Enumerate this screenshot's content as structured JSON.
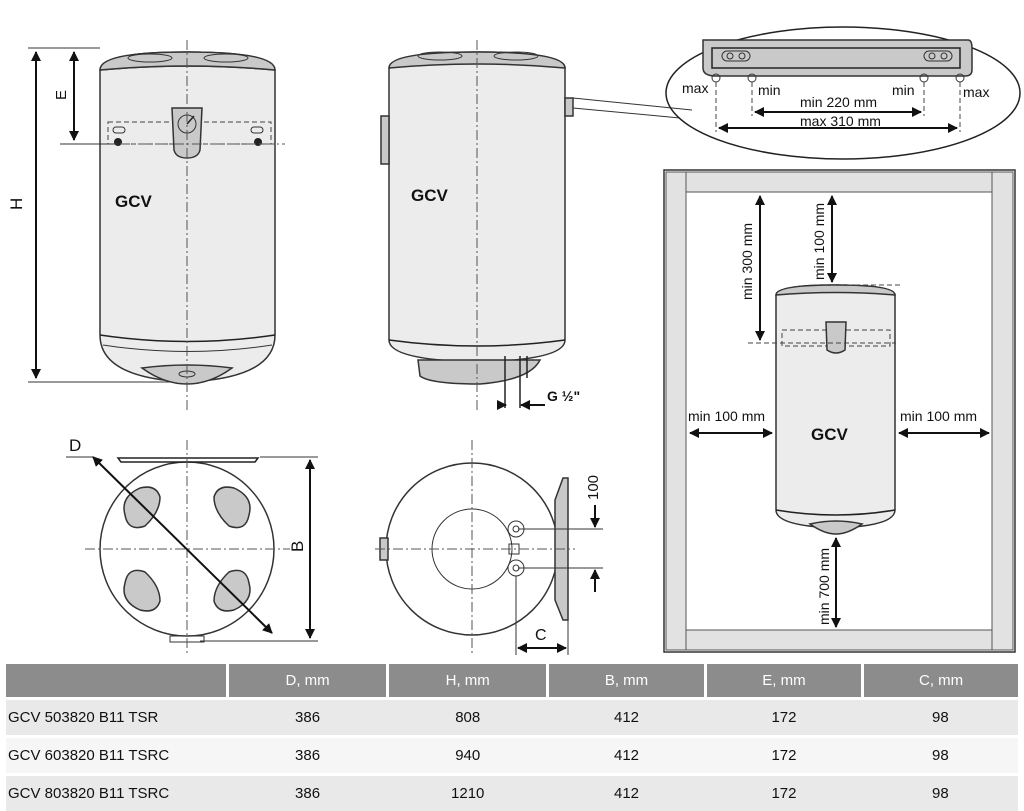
{
  "labels": {
    "model_front": "GCV",
    "model_side": "GCV",
    "model_installed": "GCV",
    "dim_H": "H",
    "dim_E": "E",
    "dim_D": "D",
    "dim_B": "B",
    "dim_C": "C",
    "dim_100": "100",
    "thread": "G ½\"",
    "bracket_max_left": "max",
    "bracket_min_left": "min",
    "bracket_min_right": "min",
    "bracket_max_right": "max",
    "bracket_min_220": "min 220 mm",
    "bracket_max_310": "max 310 mm",
    "clear_top_300": "min 300 mm",
    "clear_top_100": "min 100 mm",
    "clear_left_100": "min 100 mm",
    "clear_right_100": "min 100 mm",
    "clear_bottom_700": "min 700 mm"
  },
  "table": {
    "headers": [
      "D, mm",
      "H, mm",
      "B, mm",
      "E, mm",
      "C, mm"
    ],
    "rows": [
      {
        "model": "GCV 503820 B11 TSR",
        "D": "386",
        "H": "808",
        "B": "412",
        "E": "172",
        "C": "98"
      },
      {
        "model": "GCV 603820 B11 TSRC",
        "D": "386",
        "H": "940",
        "B": "412",
        "E": "172",
        "C": "98"
      },
      {
        "model": "GCV 803820 B11 TSRC",
        "D": "386",
        "H": "1210",
        "B": "412",
        "E": "172",
        "C": "98"
      }
    ]
  }
}
